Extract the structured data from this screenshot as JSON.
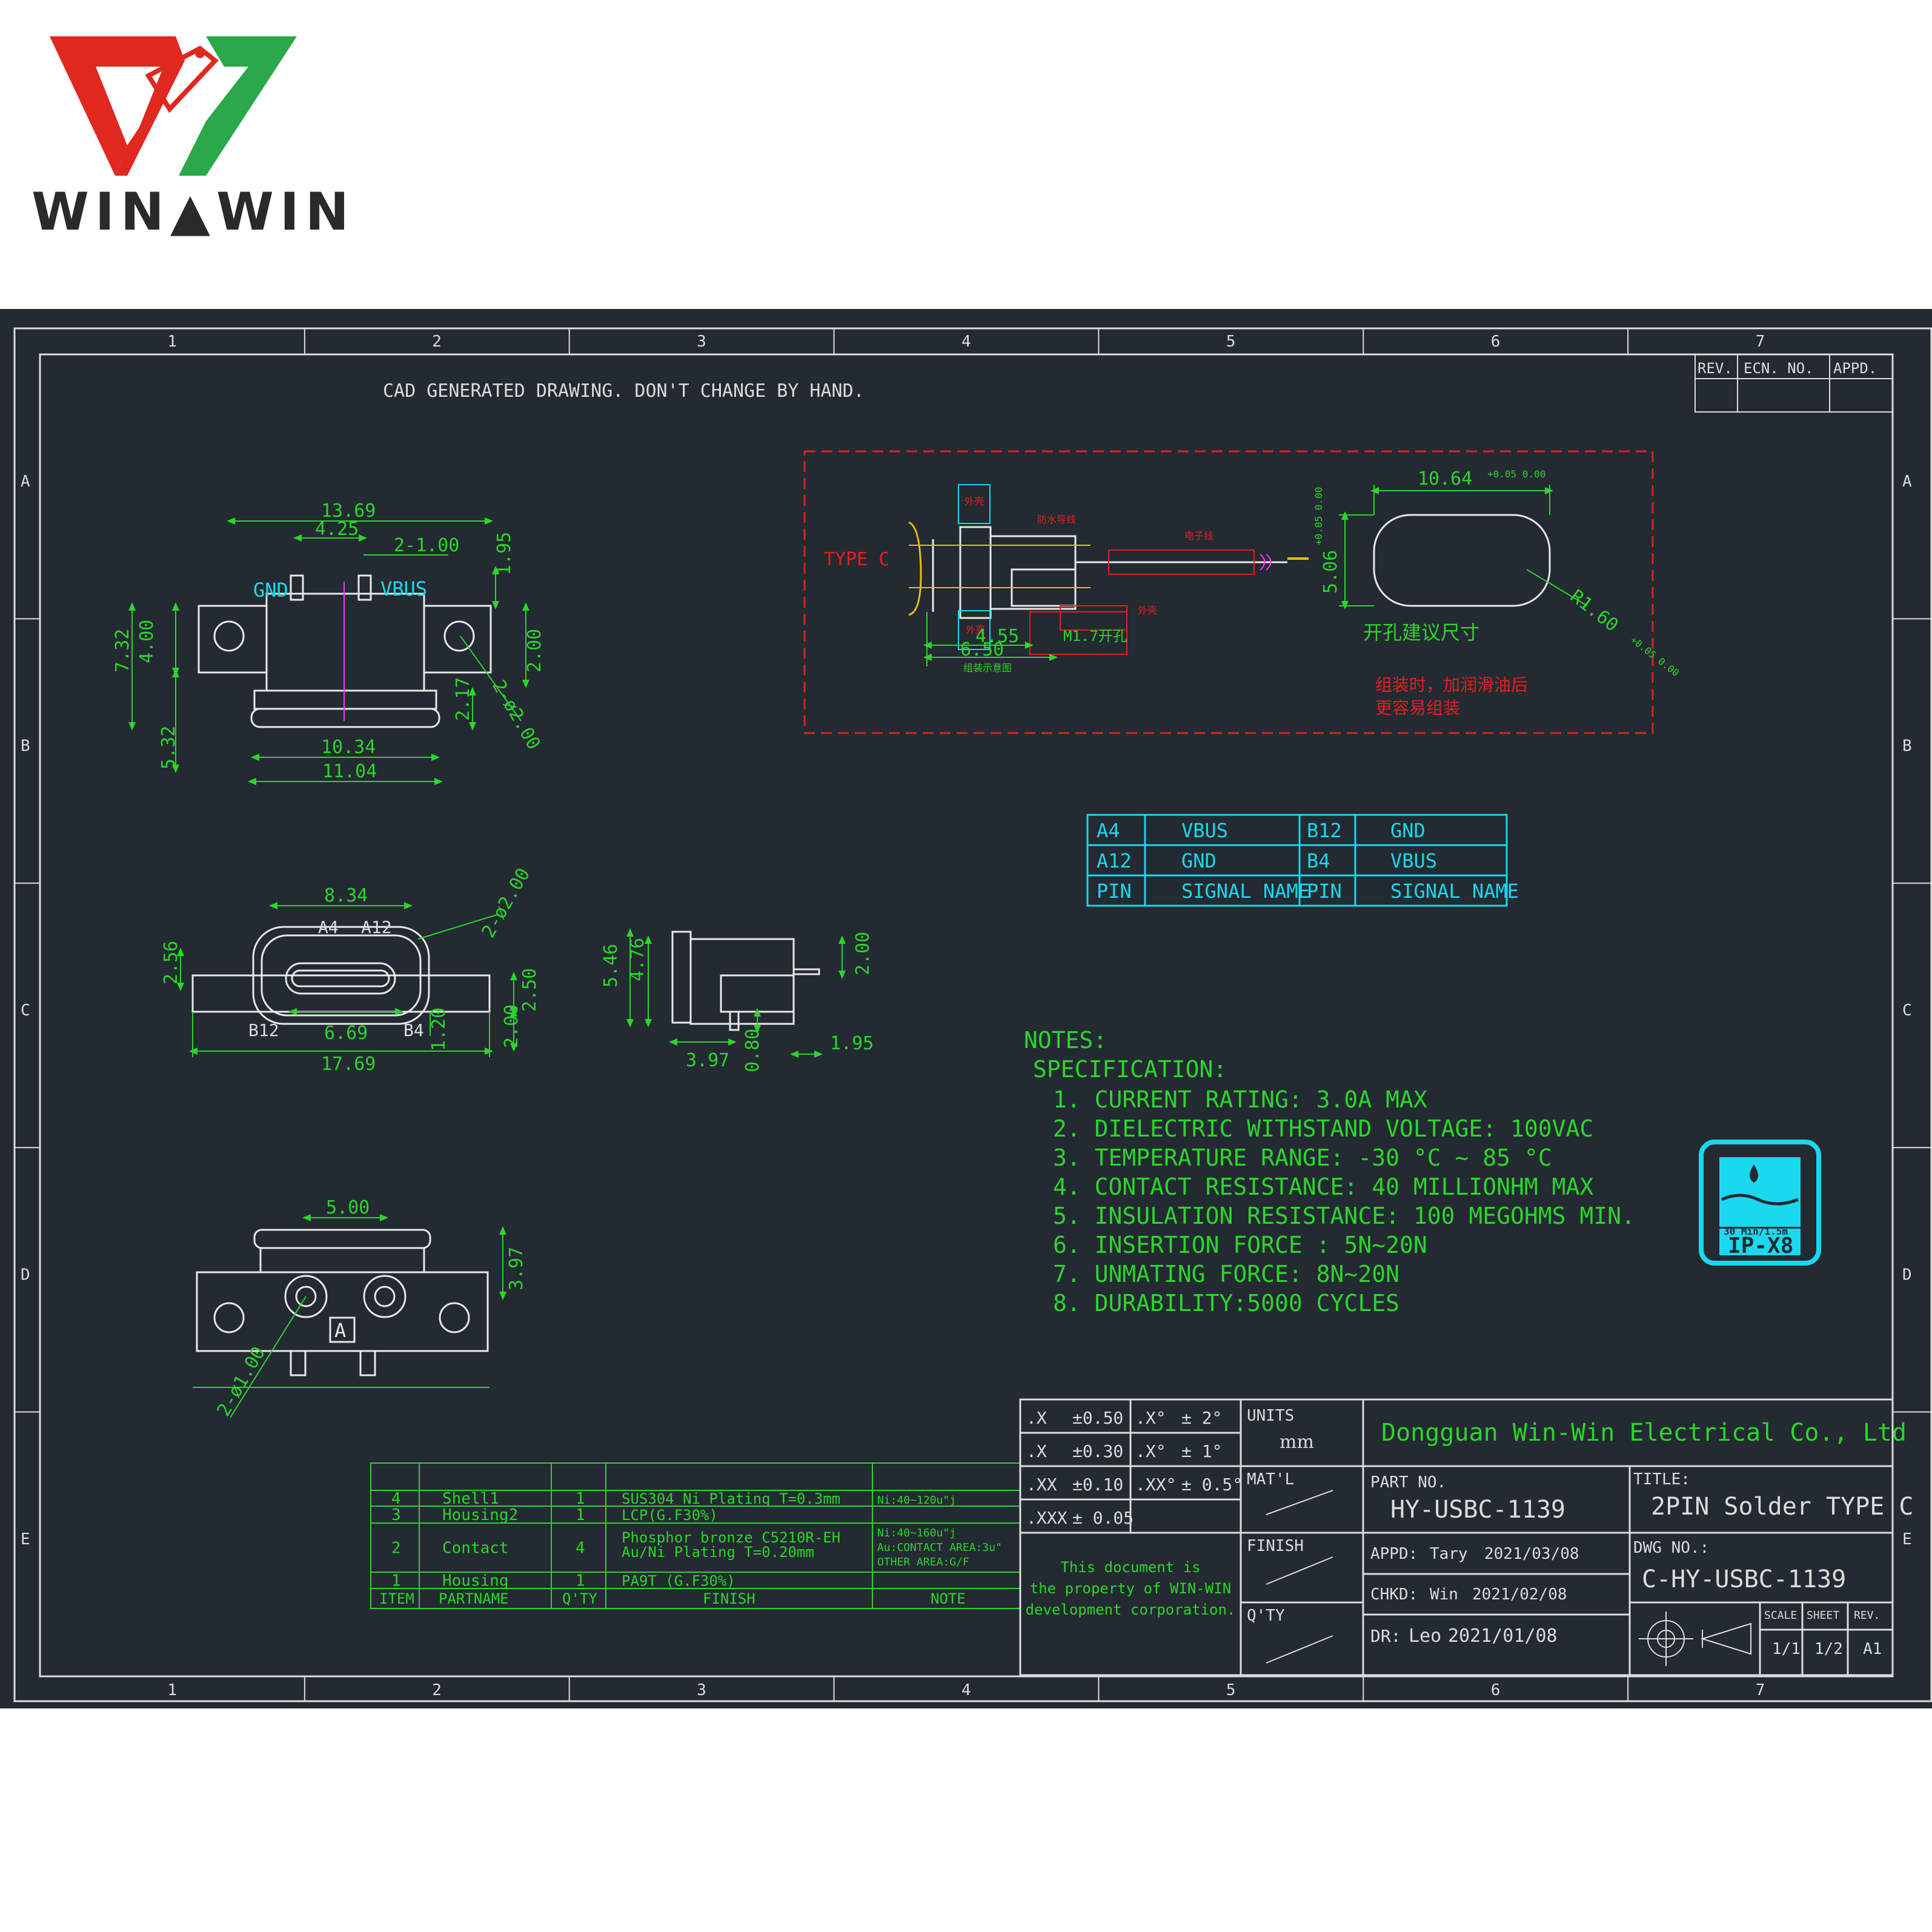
{
  "logo": {
    "brand_text": "WIN▲WIN",
    "colors": {
      "red": "#e0281e",
      "green": "#2aa84a"
    }
  },
  "sheet": {
    "header_note": "CAD GENERATED DRAWING. DON'T CHANGE BY HAND.",
    "zones": {
      "columns": [
        "1",
        "2",
        "3",
        "4",
        "5",
        "6",
        "7"
      ],
      "rows": [
        "A",
        "B",
        "C",
        "D",
        "E"
      ]
    },
    "revision_block": [
      "REV.",
      "ECN. NO.",
      "APPD."
    ]
  },
  "top_view": {
    "dims": [
      "13.69",
      "4.25",
      "2-1.00",
      "1.95",
      "7.32",
      "4.00",
      "2.00",
      "2.17",
      "2-ø2.00",
      "5.32",
      "10.34",
      "11.04"
    ],
    "labels": {
      "gnd": "GND",
      "vbus": "VBUS"
    }
  },
  "front_view": {
    "dims": [
      "8.34",
      "2-ø2.00",
      "2.56",
      "2.50",
      "2.00",
      "1.20",
      "6.69",
      "17.69"
    ],
    "pins": [
      "A4",
      "A12",
      "B12",
      "B4"
    ]
  },
  "side_view": {
    "dims": [
      "5.46",
      "4.76",
      "2.00",
      "3.97",
      "0.80",
      "1.95"
    ]
  },
  "bottom_view": {
    "dims": [
      "5.00",
      "3.97",
      "2-ø1.00"
    ],
    "mark": "A"
  },
  "mounting_detail": {
    "type_label": "TYPE C",
    "small_labels": [
      "外壳",
      "防水导线",
      "电子线",
      "外壳",
      "外壳"
    ],
    "slot_label": "M1.7开孔",
    "dims": {
      "a": "4.55",
      "b": "6.50",
      "b_note": "组装示意图",
      "width": "10.64",
      "width_tol": "+0.05 0.00",
      "height": "5.06",
      "height_tol": "+0.05 0.00",
      "radius": "R1.60",
      "radius_tol": "+0.05 0.00"
    },
    "cutout_caption": "开孔建议尺寸",
    "assembly_note_1": "组装时，加润滑油后",
    "assembly_note_2": "更容易组装"
  },
  "pin_table": {
    "rows": [
      [
        "A4",
        "VBUS",
        "B12",
        "GND"
      ],
      [
        "A12",
        "GND",
        "B4",
        "VBUS"
      ],
      [
        "PIN",
        "SIGNAL NAME",
        "PIN",
        "SIGNAL NAME"
      ]
    ]
  },
  "notes": {
    "title": "NOTES:",
    "subtitle": "SPECIFICATION:",
    "items": [
      "1. CURRENT RATING: 3.0A MAX",
      "2. DIELECTRIC WITHSTAND VOLTAGE: 100VAC",
      "3. TEMPERATURE RANGE: -30 °C ~ 85 °C",
      "4. CONTACT RESISTANCE: 40 MILLIONHM MAX",
      "5. INSULATION RESISTANCE: 100 MEGOHMS MIN.",
      "6. INSERTION FORCE : 5N~20N",
      "7. UNMATING FORCE: 8N~20N",
      "8. DURABILITY:5000 CYCLES"
    ]
  },
  "ip_badge": {
    "top": "30 Min/1.5m",
    "rating": "IP-X8",
    "color": "#1ad8ee"
  },
  "bom": {
    "header": [
      "ITEM",
      "PARTNAME",
      "Q'TY",
      "FINISH",
      "NOTE"
    ],
    "rows": [
      {
        "item": "4",
        "part": "Shell1",
        "qty": "1",
        "finish": [
          "SUS304 Ni  Plating T=0.3mm"
        ],
        "note": [
          "Ni:40~120u\"j"
        ]
      },
      {
        "item": "3",
        "part": "Housing2",
        "qty": "1",
        "finish": [
          "LCP(G.F30%)"
        ],
        "note": []
      },
      {
        "item": "2",
        "part": "Contact",
        "qty": "4",
        "finish": [
          "Phosphor bronze C5210R-EH",
          "Au/Ni  Plating  T=0.20mm"
        ],
        "note": [
          "Ni:40~160u\"j",
          "Au:CONTACT AREA:3u\"",
          "OTHER AREA:G/F"
        ]
      },
      {
        "item": "1",
        "part": "Housing",
        "qty": "1",
        "finish": [
          "PA9T (G.F30%)"
        ],
        "note": []
      }
    ]
  },
  "tolerances": {
    "rows": [
      [
        ".X",
        "±0.50",
        ".X°",
        "± 2°"
      ],
      [
        ".X",
        "±0.30",
        ".X°",
        "± 1°"
      ],
      [
        ".XX",
        "±0.10",
        ".XX°",
        "± 0.5°"
      ],
      [
        ".XXX",
        "± 0.05",
        "",
        ""
      ]
    ],
    "units_label": "UNITS",
    "units_value": "mm",
    "matl": "MAT'L",
    "finish": "FINISH",
    "qty": "Q'TY",
    "property_note": [
      "This document is",
      "the property of WIN-WIN",
      "development corporation."
    ]
  },
  "title_block": {
    "company": "Dongguan Win-Win Electrical Co., Ltd",
    "part_no_label": "PART NO.",
    "part_no": "HY-USBC-1139",
    "title_label": "TITLE:",
    "title": "2PIN Solder TYPE C",
    "appd_label": "APPD:",
    "appd_name": "Tary",
    "appd_date": "2021/03/08",
    "chkd_label": "CHKD:",
    "chkd_name": "Win",
    "chkd_date": "2021/02/08",
    "dr_label": "DR:",
    "dr_name": "Leo",
    "dr_date": "2021/01/08",
    "dwg_label": "DWG NO.:",
    "dwg_no": "C-HY-USBC-1139",
    "scale_label": "SCALE",
    "scale": "1/1",
    "sheet_label": "SHEET",
    "sheet": "1/2",
    "rev_label": "REV.",
    "rev": "A1"
  }
}
